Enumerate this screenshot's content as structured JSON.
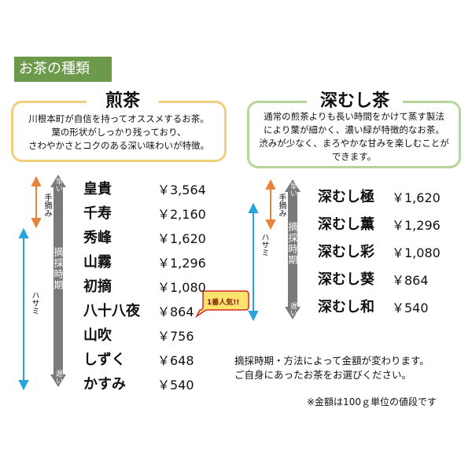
{
  "header": {
    "title": "お茶の種類"
  },
  "sencha": {
    "title": "煎茶",
    "description": "川根本町が自信を持ってオススメするお茶。\n葉の形状がしっかり残っており、\nさわやかさとコクのある深い味わいが特徴。",
    "items": [
      {
        "name": "皇貴",
        "price": "￥3,564"
      },
      {
        "name": "千寿",
        "price": "￥2,160"
      },
      {
        "name": "秀峰",
        "price": "￥1,620"
      },
      {
        "name": "山霧",
        "price": "￥1,296"
      },
      {
        "name": "初摘",
        "price": "￥1,080"
      },
      {
        "name": "八十八夜",
        "price": "￥864"
      },
      {
        "name": "山吹",
        "price": "￥756"
      },
      {
        "name": "しずく",
        "price": "￥648"
      },
      {
        "name": "かすみ",
        "price": "￥540"
      }
    ],
    "arrow_labels": {
      "handpicked": "手摘み",
      "shears": "ハサミ"
    },
    "period_label": "摘採時期",
    "early": "早い",
    "late": "遅い",
    "popular_badge": "1番人気!!"
  },
  "fukamushi": {
    "title": "深むし茶",
    "description": "通常の煎茶よりも長い時間をかけて蒸す製法\nにより葉が細かく、濃い緑が特徴的なお茶。\n渋みが少なく、まろやかな甘みを楽しむことが\nできます。",
    "items": [
      {
        "name": "深むし極",
        "price": "￥1,620"
      },
      {
        "name": "深むし薫",
        "price": "￥1,296"
      },
      {
        "name": "深むし彩",
        "price": "￥1,080"
      },
      {
        "name": "深むし葵",
        "price": "￥864"
      },
      {
        "name": "深むし和",
        "price": "￥540"
      }
    ],
    "arrow_labels": {
      "handpicked": "手摘み",
      "shears": "ハサミ"
    },
    "period_label": "摘採時期",
    "early": "早い",
    "late": "遅い"
  },
  "note": "摘採時期・方法によって金額が変わります。\nご自身にあったお茶をお選びください。",
  "footnote": "※金額は100ｇ単位の値段です",
  "colors": {
    "header_bg": "#6d9a4a",
    "sencha_border": "#f0cf7e",
    "fukamushi_border": "#b6d59a",
    "orange_arrow": "#e8833a",
    "blue_arrow": "#29a3dc",
    "gray_arrow": "#7a7a7a",
    "badge_fill": "#ffe36e",
    "badge_border": "#d12c2c"
  }
}
